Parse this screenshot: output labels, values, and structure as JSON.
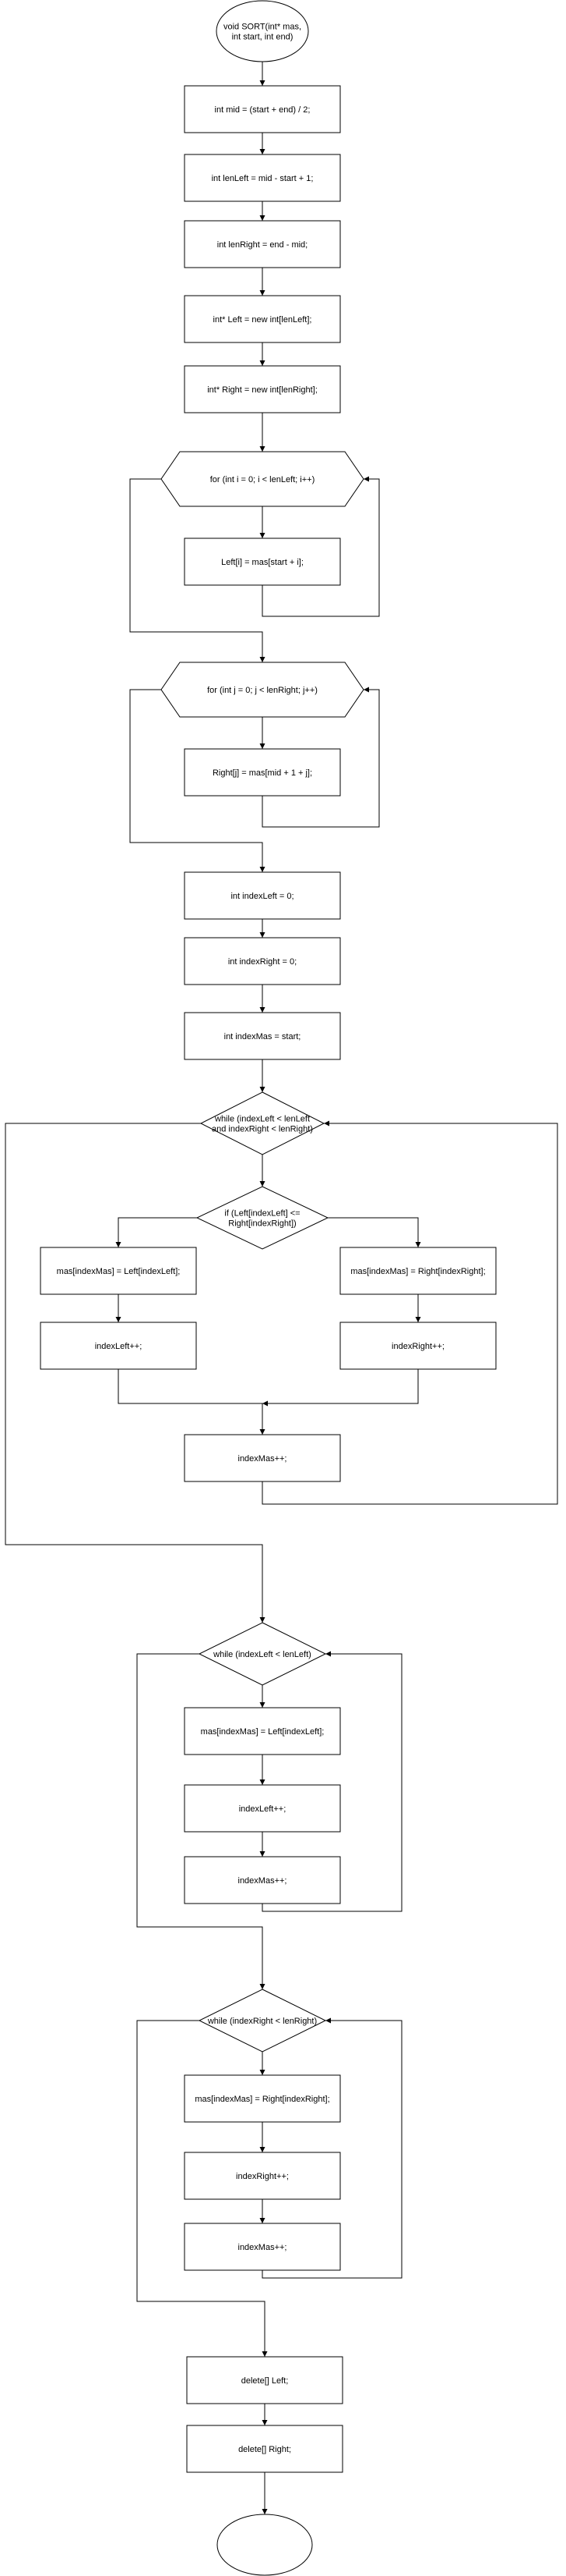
{
  "nodes": {
    "start": [
      "void SORT(int* mas,",
      "int start, int end)"
    ],
    "mid": "int mid = (start + end) / 2;",
    "len_left": "int lenLeft = mid - start + 1;",
    "len_right": "int lenRight = end - mid;",
    "left_alloc": "int* Left = new int[lenLeft];",
    "right_alloc": "int* Right = new int[lenRight];",
    "for_i": "for (int i = 0; i < lenLeft; i++)",
    "left_assign": "Left[i] = mas[start + i];",
    "for_j": "for (int j = 0; j < lenRight; j++)",
    "right_assign": "Right[j] = mas[mid + 1 + j];",
    "index_left_init": "int indexLeft = 0;",
    "index_right_init": "int indexRight = 0;",
    "index_mas_init": "int indexMas = start;",
    "while_both": [
      "while (indexLeft < lenLeft",
      "and indexRight < lenRight)"
    ],
    "if_compare": [
      "if (Left[indexLeft] <=",
      "Right[indexRight])"
    ],
    "mas_from_left": "mas[indexMas] = Left[indexLeft];",
    "mas_from_right": "mas[indexMas] = Right[indexRight];",
    "index_left_inc": "indexLeft++;",
    "index_right_inc": "indexRight++;",
    "index_mas_inc": "indexMas++;",
    "while_left": "while (indexLeft < lenLeft)",
    "mas_left_rest": "mas[indexMas] = Left[indexLeft];",
    "index_left_inc_2": "indexLeft++;",
    "index_mas_inc_2": "indexMas++;",
    "while_right": "while (indexRight < lenRight)",
    "mas_right_rest": "mas[indexMas] = Right[indexRight];",
    "index_right_inc_2": "indexRight++;",
    "index_mas_inc_3": "indexMas++;",
    "delete_left": "delete[] Left;",
    "delete_right": "delete[] Right;",
    "end": ""
  }
}
